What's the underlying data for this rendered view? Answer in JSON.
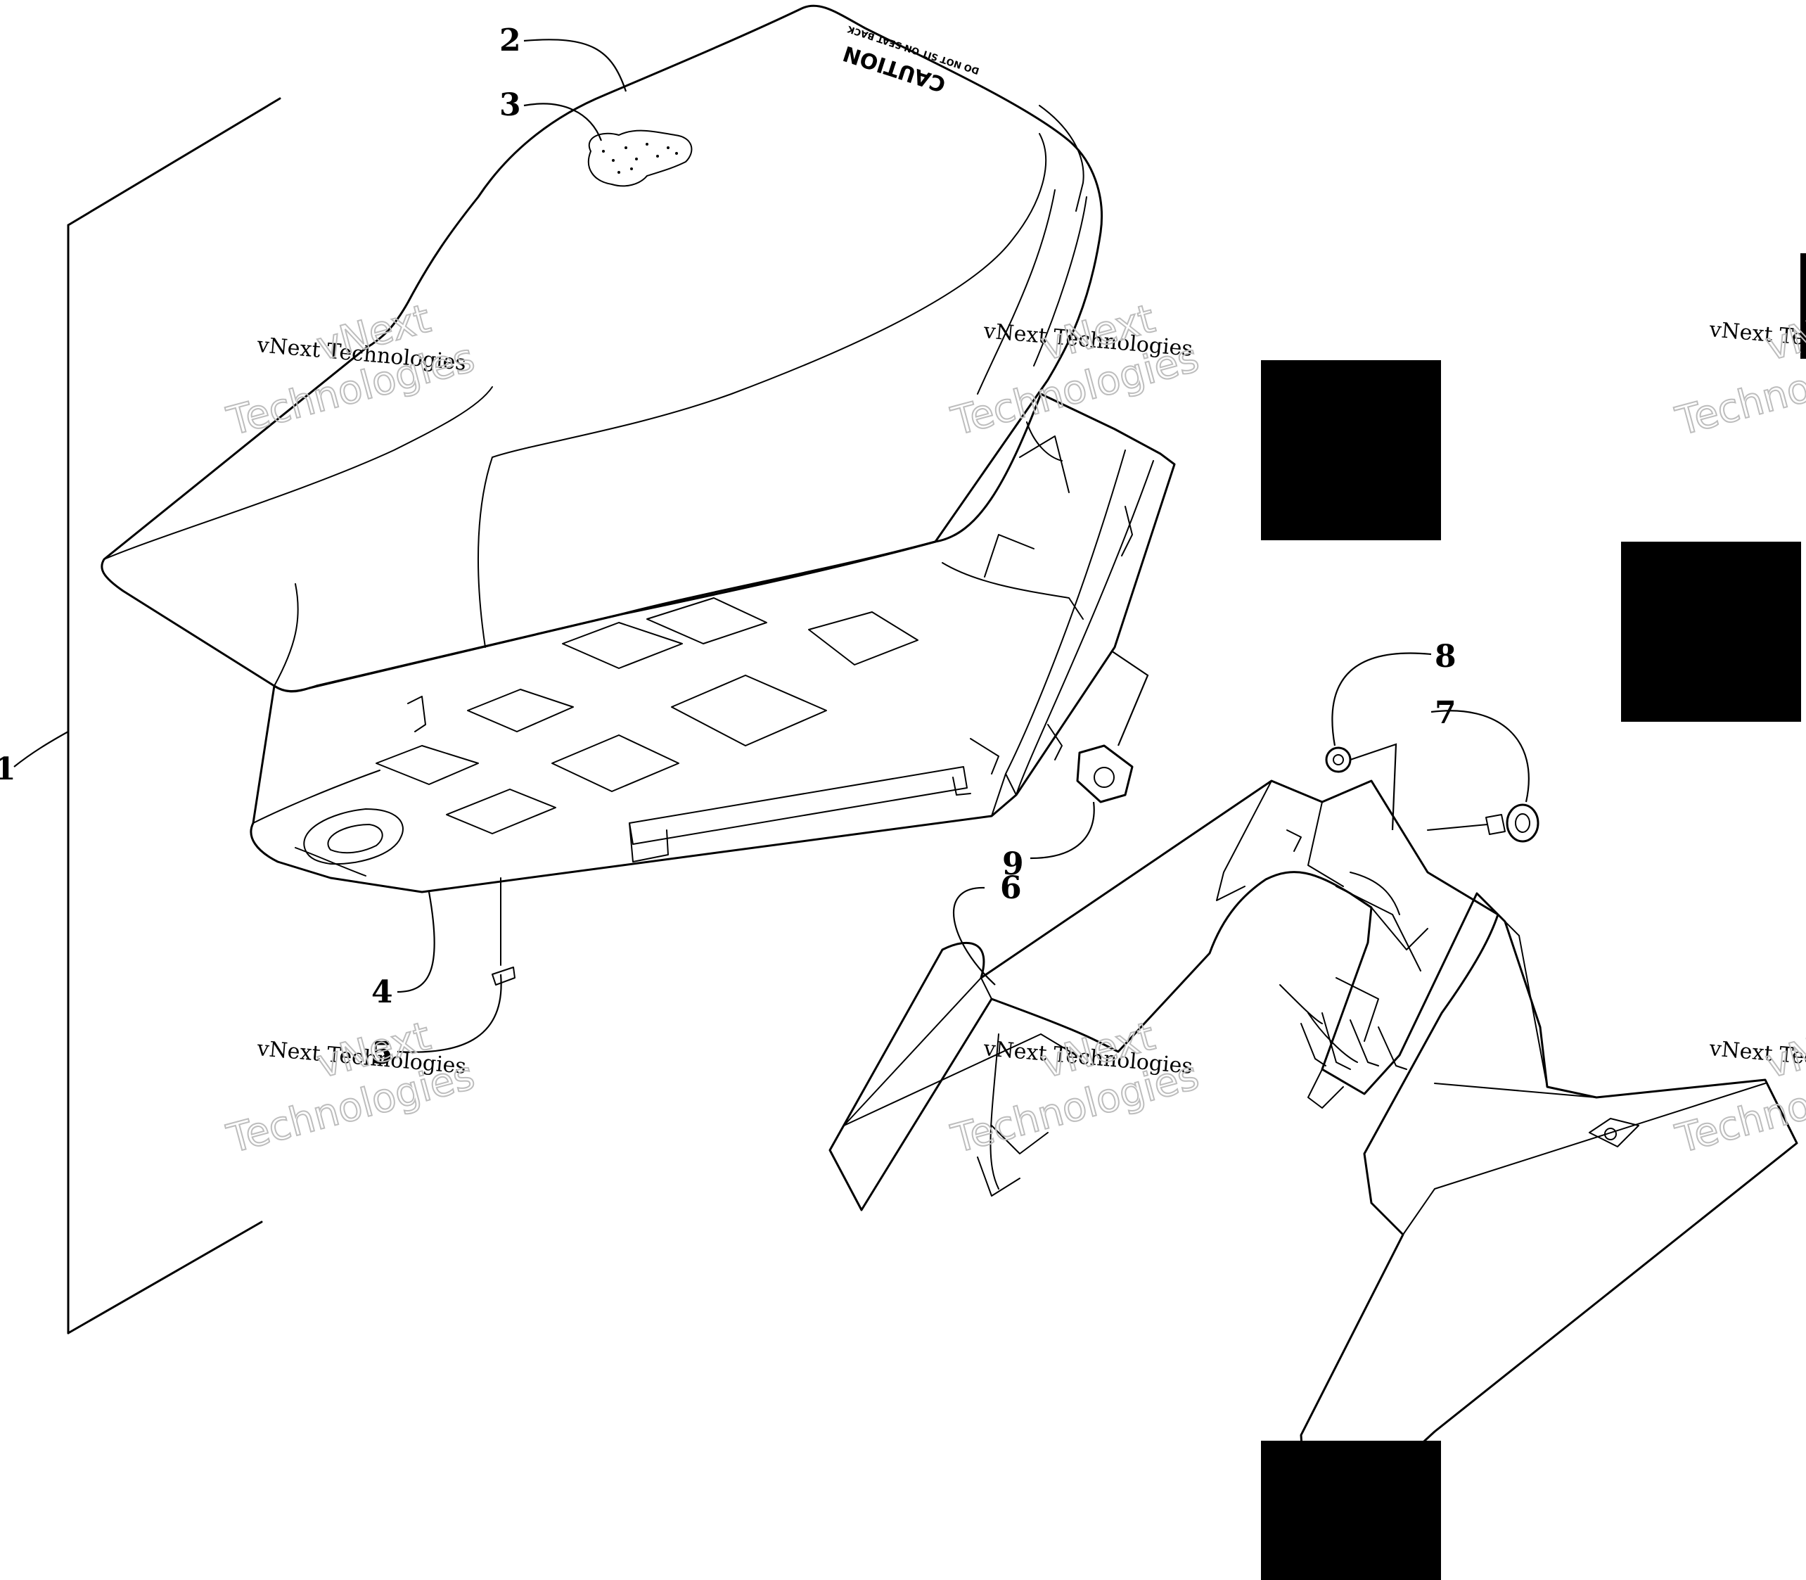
{
  "callouts": [
    {
      "label": "1"
    },
    {
      "label": "2"
    },
    {
      "label": "3"
    },
    {
      "label": "4"
    },
    {
      "label": "5"
    },
    {
      "label": "6"
    },
    {
      "label": "7"
    },
    {
      "label": "8"
    },
    {
      "label": "9"
    }
  ],
  "decal": {
    "heading": "CAUTION",
    "subtext": "DO NOT SIT ON SEAT BACK"
  },
  "watermark": {
    "line1": "vNext Technologies",
    "line2a": "vNext",
    "line2b": "Technologies"
  }
}
